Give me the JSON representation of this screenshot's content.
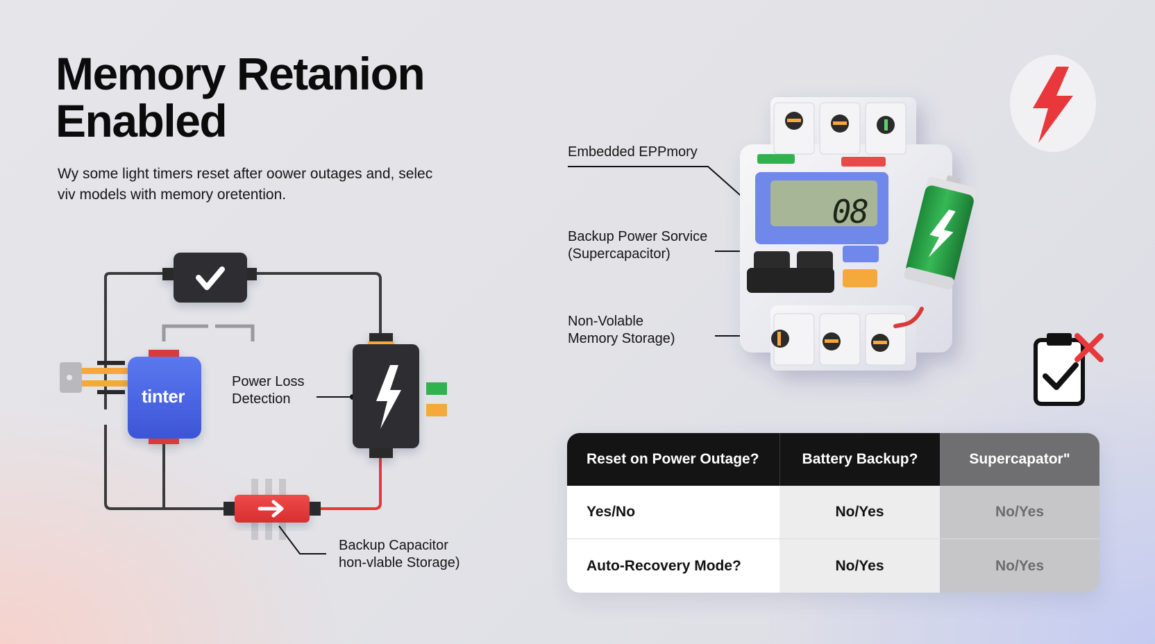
{
  "title": {
    "line1": "Memory Retanion",
    "line2": "Enabled"
  },
  "subtitle": {
    "line1": "Wy some light timers reset after oower outages and, selec",
    "line2": "viv models with memory oretention."
  },
  "left_diagram": {
    "timer_label": "tinter",
    "power_loss_label": [
      "Power Loss",
      "Detection"
    ],
    "backup_capacitor_label": [
      "Backup Capacitor",
      "hon-vlable Storage)"
    ]
  },
  "right_diagram": {
    "lcd_digits": "08",
    "eeprom_label": "Embedded EPPmory",
    "backup_power_label": [
      "Backup Power Sorvice",
      "(Supercapacitor)"
    ],
    "nonvolatile_label": [
      "Non-Volable",
      "Memory Storage)"
    ]
  },
  "table": {
    "headers": [
      "Reset on Power Outage?",
      "Battery Backup?",
      "Supercapator\""
    ],
    "rows": [
      [
        "Yes/No",
        "No/Yes",
        "No/Yes"
      ],
      [
        "Auto-Recovery Mode?",
        "No/Yes",
        "No/Yes"
      ]
    ]
  },
  "icons": {
    "lightning_badge": "lightning-bolt-icon",
    "battery": "battery-charging-icon",
    "clipboard": "clipboard-check-icon",
    "check_module": "checkmark-icon"
  },
  "colors": {
    "accent_red": "#e8383b",
    "timer_blue": "#4a67e8",
    "battery_green": "#25a043",
    "indicator_orange": "#f4a93a",
    "dark": "#141414"
  }
}
